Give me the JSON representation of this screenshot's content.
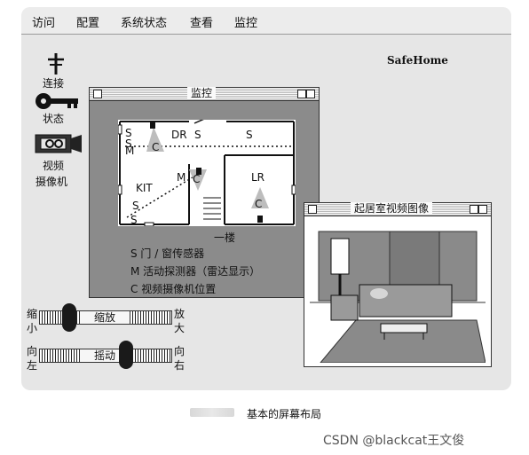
{
  "menu": [
    "访问",
    "配置",
    "系统状态",
    "查看",
    "监控"
  ],
  "brand": "SafeHome",
  "sidebar": {
    "connect_label": "连接",
    "status_label": "状态",
    "video_label_1": "视频",
    "video_label_2": "摄像机"
  },
  "monitor_window": {
    "title": "监控",
    "room_labels": {
      "dr": "DR",
      "kit": "KIT",
      "lr": "LR"
    },
    "floor_label": "一楼",
    "legend": [
      "S  门 / 窗传感器",
      "M  活动探测器（雷达显示）",
      "C  视频摄像机位置"
    ],
    "sensor_s": "S",
    "sensor_m": "M",
    "camera_c": "C"
  },
  "video_window": {
    "title": "起居室视频图像"
  },
  "zoom": {
    "left_1": "缩",
    "left_2": "小",
    "name": "缩放",
    "right_1": "放",
    "right_2": "大"
  },
  "pan": {
    "left_1": "向",
    "left_2": "左",
    "name": "摇动",
    "right_1": "向",
    "right_2": "右"
  },
  "caption": "基本的屏幕布局",
  "watermark": "CSDN @blackcat王文俊"
}
